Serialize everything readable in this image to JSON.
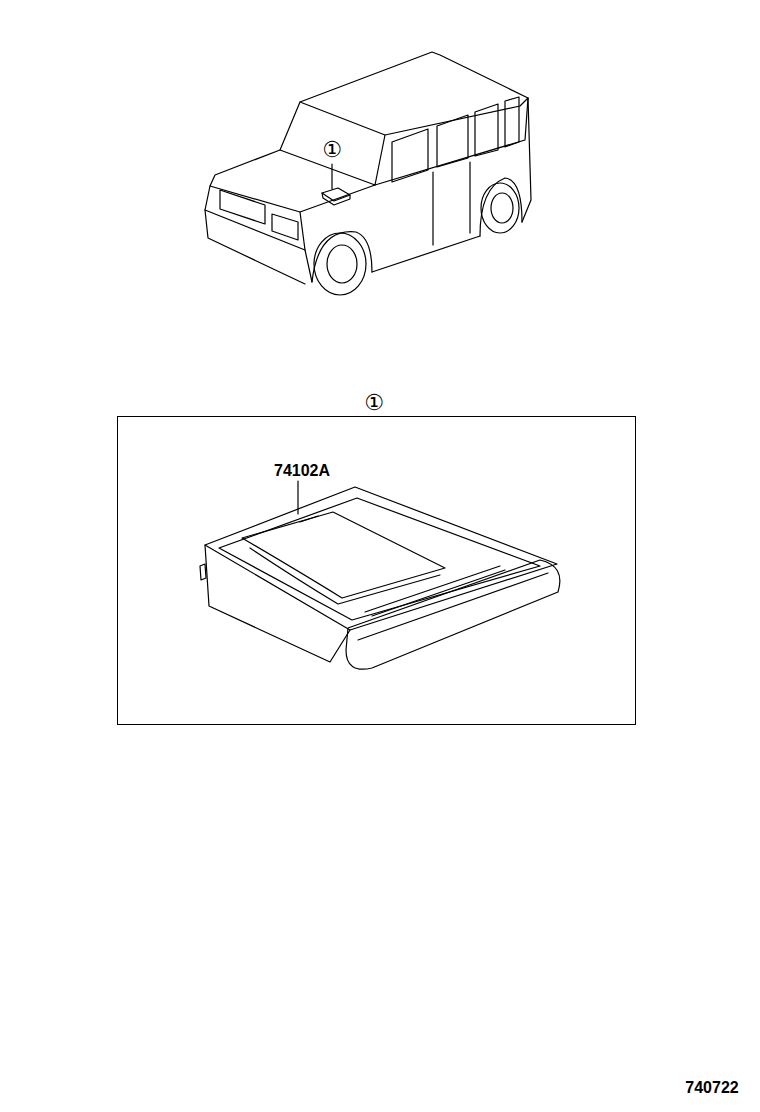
{
  "diagram": {
    "nodes": [
      {
        "text": [
          "①",
          "74102A"
        ]
      }
    ],
    "labels": [
      "①",
      "740722"
    ]
  }
}
